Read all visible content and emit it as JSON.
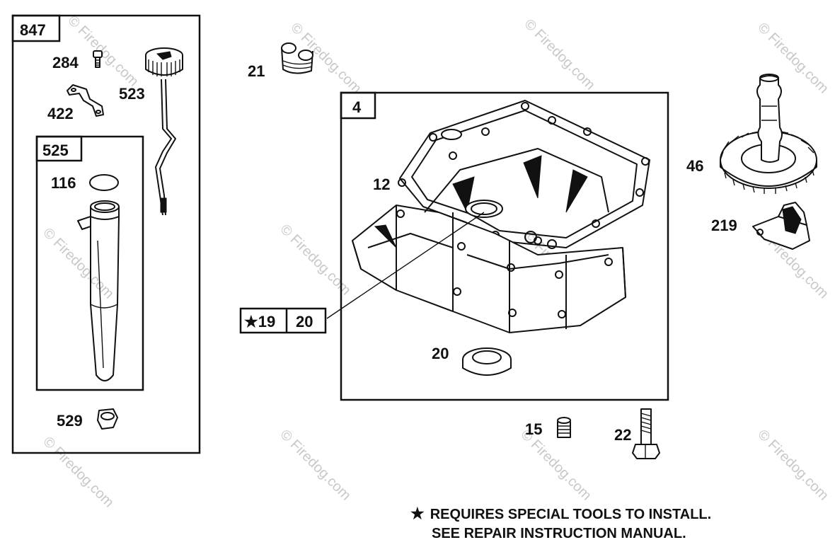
{
  "watermark": "© Firedog.com",
  "groups": {
    "g847": "847",
    "g525": "525",
    "g4": "4"
  },
  "callout": {
    "star": "★19",
    "ref": "20"
  },
  "parts": {
    "p284": "284",
    "p422": "422",
    "p523": "523",
    "p116": "116",
    "p529": "529",
    "p21": "21",
    "p12": "12",
    "p20": "20",
    "p46": "46",
    "p219": "219",
    "p15": "15",
    "p22": "22"
  },
  "note": {
    "star": "★",
    "line1": "REQUIRES SPECIAL TOOLS TO INSTALL.",
    "line2": "SEE REPAIR INSTRUCTION MANUAL."
  }
}
